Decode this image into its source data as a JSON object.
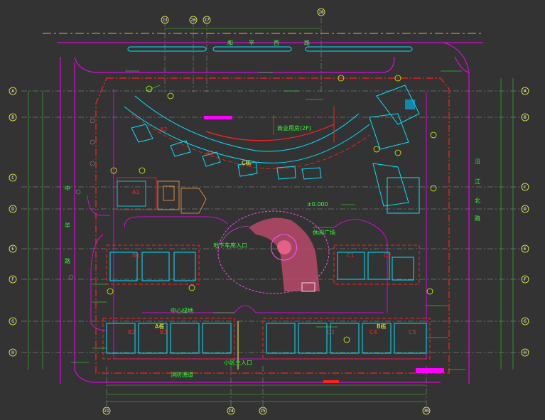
{
  "drawing": {
    "road_top_label": [
      "和",
      "平",
      "西",
      "路"
    ],
    "road_left_label": [
      "中",
      "华",
      "路"
    ],
    "road_right_label": [
      "沿",
      "江",
      "北",
      "路"
    ],
    "building_labels": [
      "A1",
      "A2",
      "A3",
      "B1",
      "B2",
      "B3",
      "C1",
      "C2",
      "C3",
      "C4",
      "C5",
      "A栋",
      "B栋",
      "C栋"
    ],
    "green_notes": [
      "±0.000",
      "地下车库入口",
      "休闲广场",
      "中心绿地",
      "商业用房(2F)",
      "小区主入口",
      "消防通道"
    ],
    "axis_top": [
      "23",
      "26",
      "27",
      "28"
    ],
    "axis_bottom": [
      "21",
      "24",
      "25",
      "30"
    ],
    "axis_side": [
      "A",
      "B",
      "C",
      "D",
      "E",
      "F",
      "G",
      "H"
    ],
    "axis_side_right": [
      "A",
      "B",
      "C",
      "D",
      "E",
      "F",
      "G",
      "H"
    ]
  },
  "colors": {
    "background": "#333333",
    "road_line": "#ff00ff",
    "dim_line": "#33cc33",
    "axis_line": "#cccccc",
    "red_line": "#ff2222",
    "building": "#00e5ff",
    "note": "#33ff33",
    "paving": "#b84a6b",
    "center_ring": "#ff55ff",
    "accent_bar": "#ff00ff",
    "orange": "#ffa040",
    "yellow": "#ffff44"
  }
}
